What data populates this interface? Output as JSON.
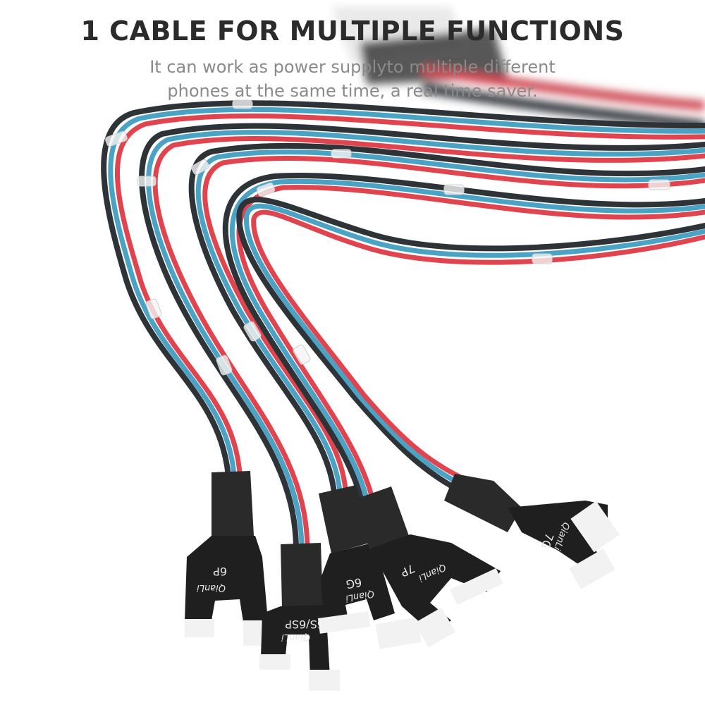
{
  "header": {
    "title": "1 CABLE FOR MULTIPLE FUNCTIONS",
    "subtitle_line1": "It can work as power supplyto multiple different",
    "subtitle_line2": "phones at the same time, a real time saver."
  },
  "connectors": [
    {
      "model": "6P",
      "brand": "QianLi"
    },
    {
      "model": "6S/6SP",
      "brand": "QianLi"
    },
    {
      "model": "6G",
      "brand": "QianLi"
    },
    {
      "model": "7P",
      "brand": "QianLi"
    },
    {
      "model": "7G",
      "brand": "QianLi"
    }
  ],
  "colors": {
    "wire_red": "#e0454f",
    "wire_blue": "#4aa3c4",
    "wire_dark": "#2e3338",
    "flex_black": "#1f1f1f",
    "contact_pad": "#f2f2f2",
    "title_text": "#2b2b2b",
    "subtitle_text": "#8a8a8a"
  }
}
